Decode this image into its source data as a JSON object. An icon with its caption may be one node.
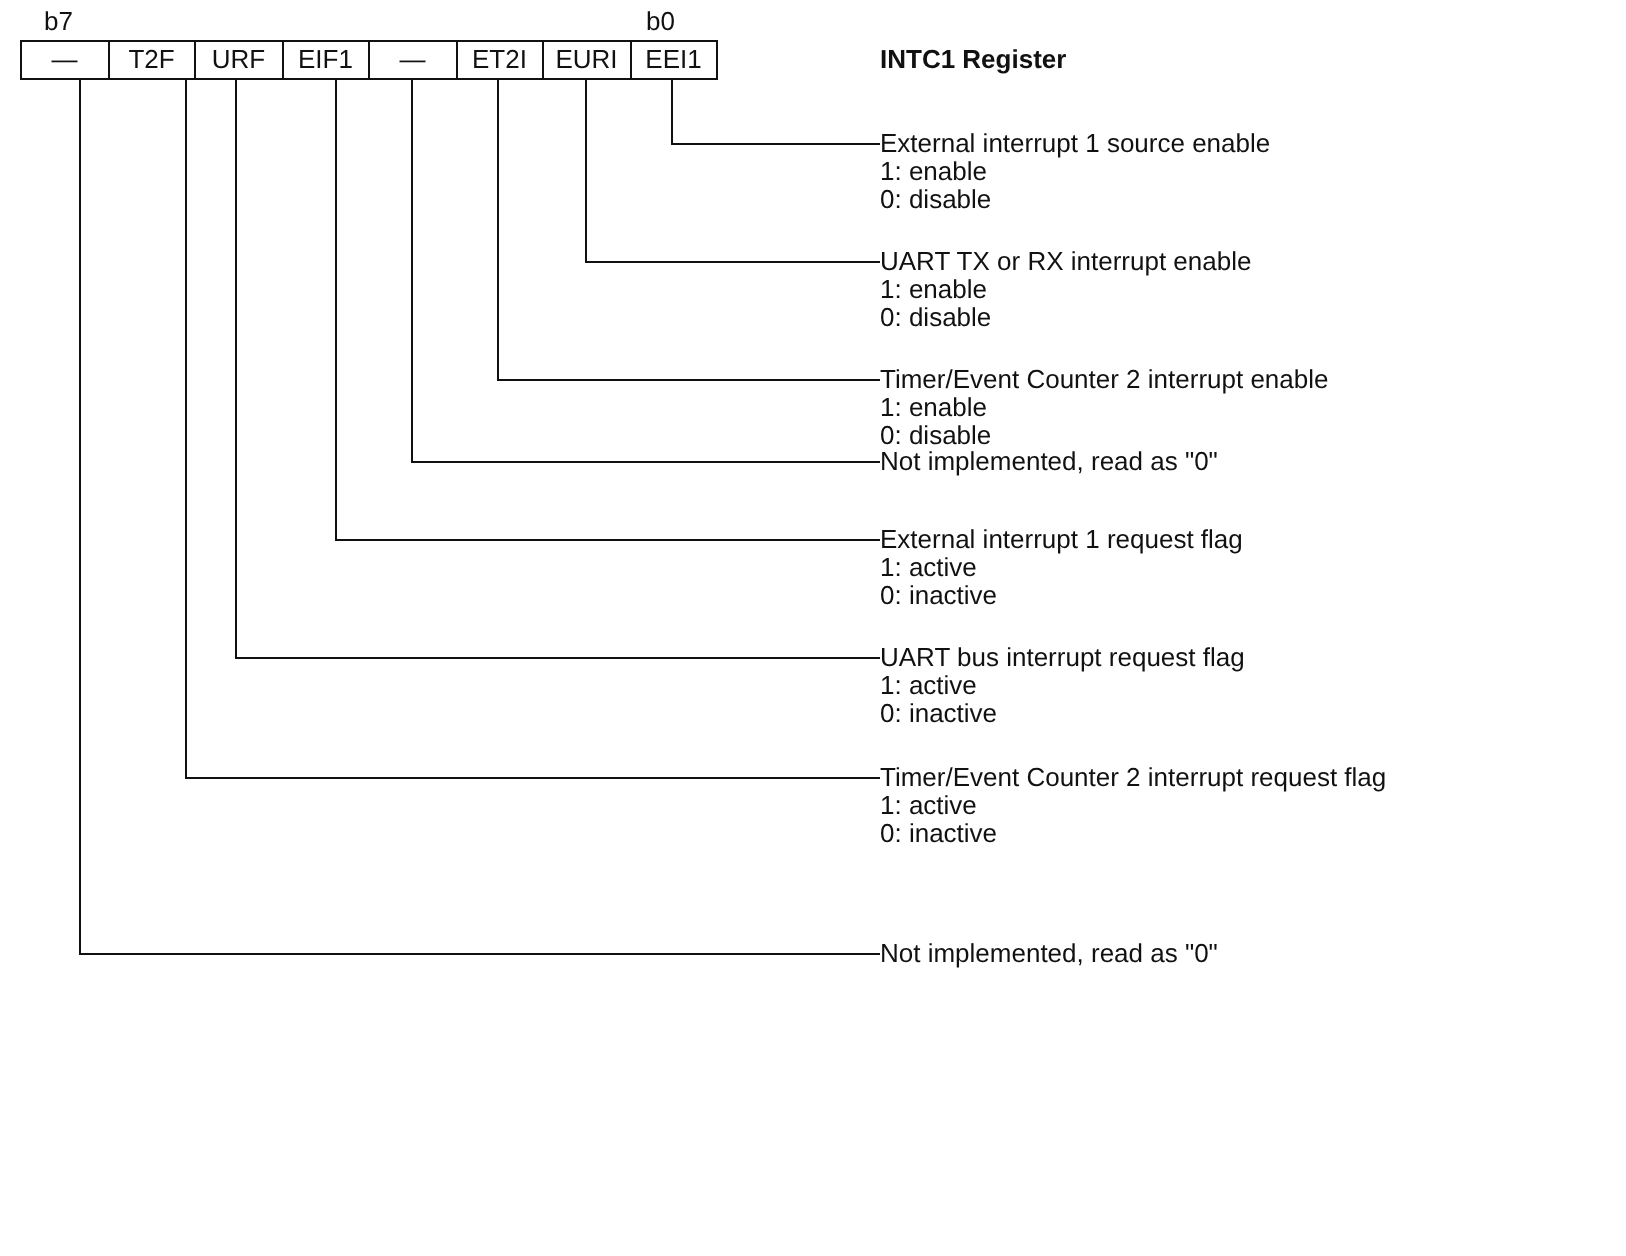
{
  "diagram": {
    "title": "INTC1 Register",
    "nodes": [
      {
        "text": [
          "—"
        ]
      },
      {
        "text": [
          "T2F"
        ]
      },
      {
        "text": [
          "URF"
        ]
      },
      {
        "text": [
          "EIF1"
        ]
      },
      {
        "text": [
          "—"
        ]
      },
      {
        "text": [
          "ET2I"
        ]
      },
      {
        "text": [
          "EURI"
        ]
      },
      {
        "text": [
          "EEI1"
        ]
      },
      {
        "text": [
          "External interrupt 1 source enable",
          "1: enable",
          "0: disable"
        ]
      },
      {
        "text": [
          "UART TX or RX interrupt enable",
          "1: enable",
          "0: disable"
        ]
      },
      {
        "text": [
          "Timer/Event Counter 2 interrupt enable",
          "1: enable",
          "0: disable"
        ]
      },
      {
        "text": [
          "Not implemented, read as \"0\""
        ]
      },
      {
        "text": [
          "External interrupt 1 request flag",
          "1: active",
          "0: inactive"
        ]
      },
      {
        "text": [
          "UART bus interrupt request flag",
          "1: active",
          "0: inactive"
        ]
      },
      {
        "text": [
          "Timer/Event Counter 2 interrupt request flag",
          "1: active",
          "0: inactive"
        ]
      },
      {
        "text": [
          "Not implemented, read as \"0\""
        ]
      }
    ],
    "edges": [
      {
        "from": 7,
        "to": 8,
        "arrow": "none"
      },
      {
        "from": 6,
        "to": 9,
        "arrow": "none"
      },
      {
        "from": 5,
        "to": 10,
        "arrow": "none"
      },
      {
        "from": 4,
        "to": 11,
        "arrow": "none"
      },
      {
        "from": 3,
        "to": 12,
        "arrow": "none"
      },
      {
        "from": 2,
        "to": 13,
        "arrow": "none"
      },
      {
        "from": 1,
        "to": 14,
        "arrow": "none"
      },
      {
        "from": 0,
        "to": 15,
        "arrow": "none"
      }
    ],
    "labels": [
      "b7",
      "b0"
    ]
  }
}
